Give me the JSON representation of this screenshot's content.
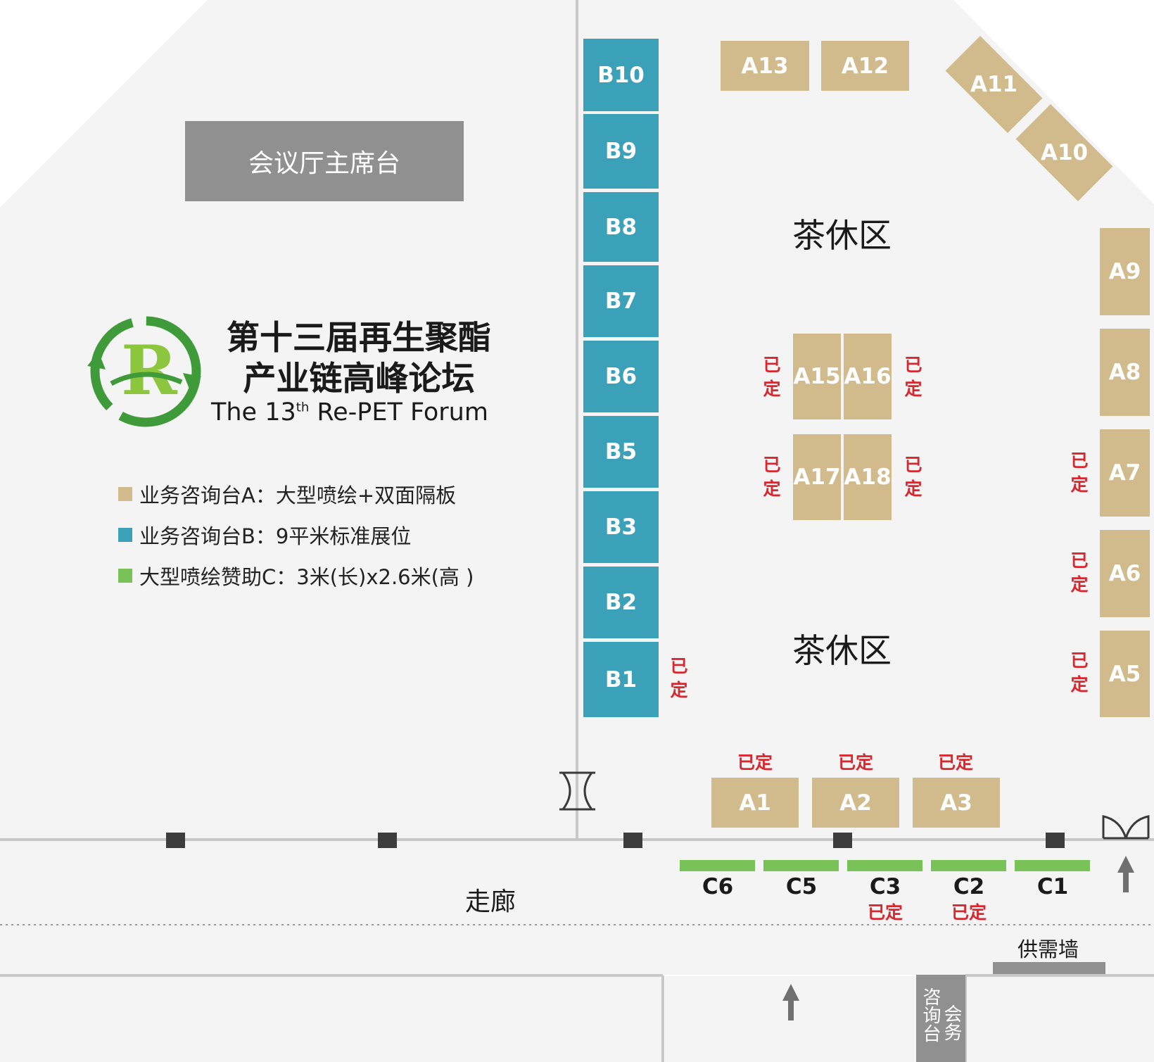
{
  "stage": {
    "label": "会议厅主席台"
  },
  "event": {
    "title_line1": "第十三届再生聚酯",
    "title_line2": "产业链高峰论坛",
    "title_en_prefix": "The 13",
    "title_en_sup": "th",
    "title_en_suffix": " Re-PET Forum"
  },
  "legend": [
    {
      "text": "业务咨询台A：大型喷绘+双面隔板",
      "color": "#d1bb8c"
    },
    {
      "text": "业务咨询台B：9平米标准展位",
      "color": "#3ba1b9"
    },
    {
      "text": "大型喷绘赞助C：3米(长)x2.6米(高 )",
      "color": "#79c257"
    }
  ],
  "zones": {
    "tea_break_top": "茶休区",
    "tea_break_bottom": "茶休区",
    "corridor": "走廊"
  },
  "reserved_text": "已定",
  "booths_b": [
    "B10",
    "B9",
    "B8",
    "B7",
    "B6",
    "B5",
    "B3",
    "B2",
    "B1"
  ],
  "booths_a": {
    "a13": "A13",
    "a12": "A12",
    "a11": "A11",
    "a10": "A10",
    "a9": "A9",
    "a8": "A8",
    "a7": "A7",
    "a6": "A6",
    "a5": "A5",
    "a15": "A15",
    "a16": "A16",
    "a17": "A17",
    "a18": "A18",
    "a1": "A1",
    "a2": "A2",
    "a3": "A3"
  },
  "booths_c": [
    "C6",
    "C5",
    "C3",
    "C2",
    "C1"
  ],
  "supply_wall": "供需墙",
  "service_desk": {
    "col1": "咨询台",
    "col2": "会务"
  },
  "colors": {
    "booth_a": "#d1bb8c",
    "booth_b": "#3ba1b9",
    "booth_c": "#79c257",
    "reserved": "#d7282f",
    "logo_green": "#3f9b3a",
    "logo_light_green": "#8cc63f"
  },
  "icons": [
    "door-icon",
    "arrow-up-icon",
    "recycle-logo-icon"
  ]
}
